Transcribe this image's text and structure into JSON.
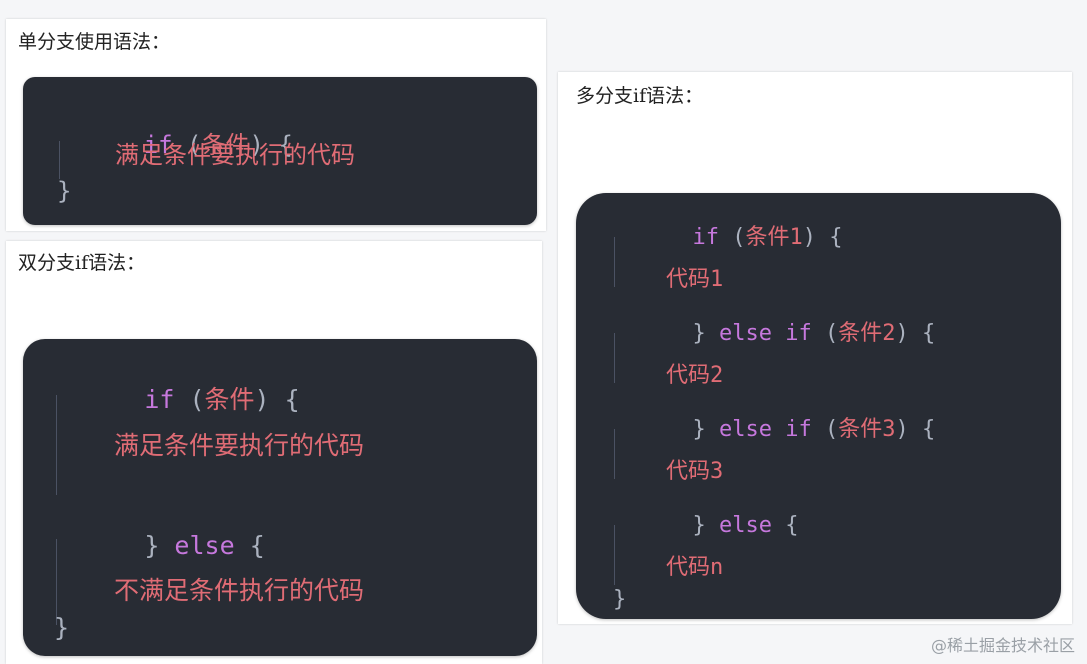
{
  "single": {
    "caption": "单分支使用语法：",
    "lines": {
      "l1_kw": "if",
      "l1_open": " (",
      "l1_cond": "条件",
      "l1_close": ") {",
      "l2_body": "满足条件要执行的代码",
      "l3_end": "}"
    }
  },
  "double": {
    "caption": "双分支if语法：",
    "lines": {
      "l1_kw": "if",
      "l1_open": " (",
      "l1_cond": "条件",
      "l1_close": ") {",
      "l2_body": "满足条件要执行的代码",
      "l3_brace": "} ",
      "l3_kw": "else",
      "l3_open": " {",
      "l4_body": "不满足条件执行的代码",
      "l5_end": "}"
    }
  },
  "multi": {
    "caption": "多分支if语法：",
    "lines": {
      "l1_kw": "if",
      "l1_open": " (",
      "l1_cond": "条件1",
      "l1_close": ") {",
      "l2_body": "代码1",
      "l3_brace": "} ",
      "l3_kw": "else if",
      "l3_open": " (",
      "l3_cond": "条件2",
      "l3_close": ") {",
      "l4_body": "代码2",
      "l5_brace": "} ",
      "l5_kw": "else if",
      "l5_open": " (",
      "l5_cond": "条件3",
      "l5_close": ") {",
      "l6_body": "代码3",
      "l7_brace": "} ",
      "l7_kw": "else",
      "l7_open": " {",
      "l8_body": "代码n",
      "l9_end": "}"
    }
  },
  "watermark": "@稀土掘金技术社区",
  "colors": {
    "code_bg": "#282c34",
    "keyword": "#c678dd",
    "punctuation": "#abb2bf",
    "text": "#e06c75"
  }
}
